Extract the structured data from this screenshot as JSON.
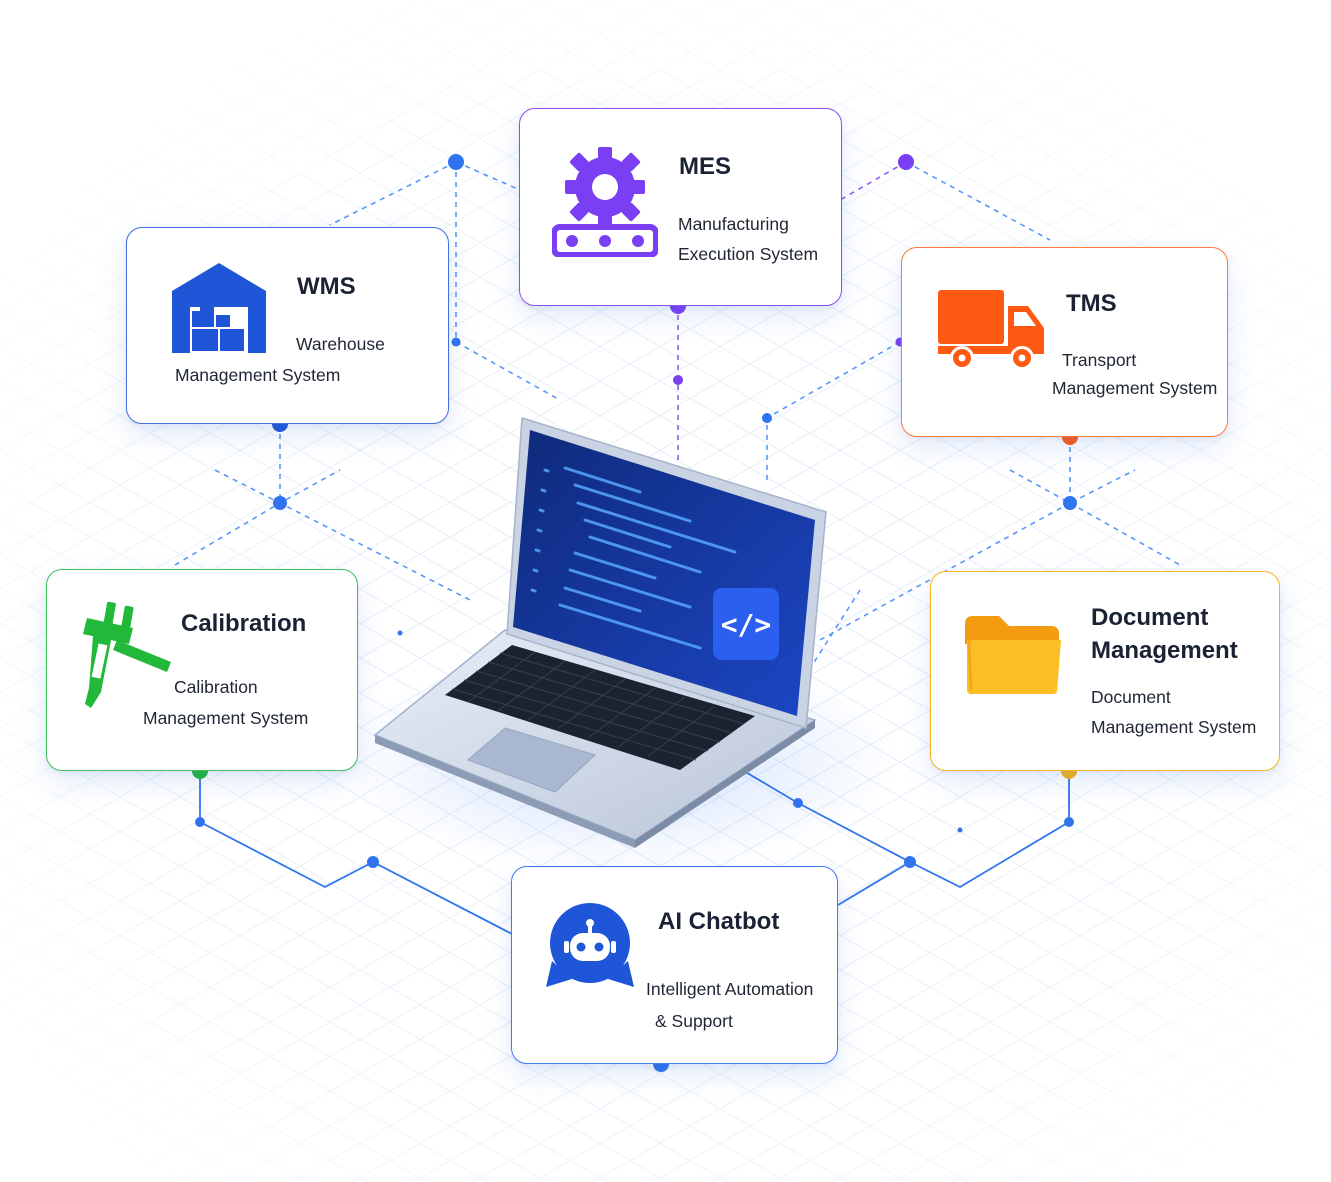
{
  "colors": {
    "blue": "#1f56d8",
    "purple": "#7a3ff2",
    "orange": "#ff5a14",
    "green": "#22b83a",
    "yellow": "#f6b31b",
    "line": "#2f7ef5"
  },
  "center": {
    "device": "laptop",
    "badge_icon": "code-icon",
    "badge_text": "</>"
  },
  "modules": {
    "wms": {
      "icon": "warehouse-icon",
      "title": "WMS",
      "subtitle_lines": [
        "Warehouse",
        "Management System"
      ]
    },
    "mes": {
      "icon": "gear-conveyor-icon",
      "title": "MES",
      "subtitle_lines": [
        "Manufacturing",
        "Execution System"
      ]
    },
    "tms": {
      "icon": "truck-icon",
      "title": "TMS",
      "subtitle_lines": [
        "Transport",
        "Management System"
      ]
    },
    "calibration": {
      "icon": "caliper-icon",
      "title": "Calibration",
      "subtitle_lines": [
        "Calibration",
        "Management System"
      ]
    },
    "dms": {
      "icon": "folder-icon",
      "title_lines": [
        "Document",
        "Management"
      ],
      "subtitle_lines": [
        "Document",
        "Management System"
      ]
    },
    "chatbot": {
      "icon": "chatbot-icon",
      "title": "AI Chatbot",
      "subtitle_lines": [
        "Intelligent Automation",
        "& Support"
      ]
    }
  }
}
